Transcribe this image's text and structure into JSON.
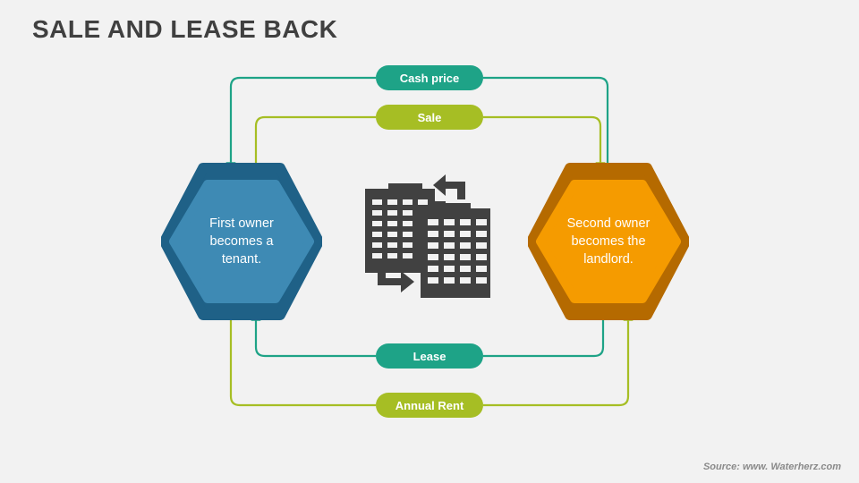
{
  "slide": {
    "title": "SALE AND LEASE BACK",
    "source": "Source: www. Waterherz.com",
    "background_color": "#f2f2f2",
    "title_color": "#404040"
  },
  "colors": {
    "teal": "#1ea387",
    "olive": "#a6be24",
    "blue_inner": "#3e8ab4",
    "blue_outer": "#1f6187",
    "orange_inner": "#f59b00",
    "orange_outer": "#b56a00",
    "icon_gray": "#414141"
  },
  "nodes": [
    {
      "id": "first-owner",
      "lines": [
        "First owner",
        "becomes a",
        "tenant."
      ],
      "shape": "hexagon",
      "fill": "#3e8ab4",
      "ring": "#1f6187"
    },
    {
      "id": "second-owner",
      "lines": [
        "Second owner",
        "becomes the",
        "landlord."
      ],
      "shape": "hexagon",
      "fill": "#f59b00",
      "ring": "#b56a00"
    }
  ],
  "flows": [
    {
      "id": "cash-price",
      "label": "Cash price",
      "color": "#1ea387",
      "from": "second-owner",
      "to": "first-owner",
      "position": "top-outer"
    },
    {
      "id": "sale",
      "label": "Sale",
      "color": "#a6be24",
      "from": "first-owner",
      "to": "second-owner",
      "position": "top-inner"
    },
    {
      "id": "lease",
      "label": "Lease",
      "color": "#1ea387",
      "from": "second-owner",
      "to": "first-owner",
      "position": "bottom-inner"
    },
    {
      "id": "annual-rent",
      "label": "Annual Rent",
      "color": "#a6be24",
      "from": "first-owner",
      "to": "second-owner",
      "position": "bottom-outer"
    }
  ],
  "center_icon": {
    "name": "buildings-exchange-icon",
    "description": "Two office buildings with circular exchange arrows"
  }
}
